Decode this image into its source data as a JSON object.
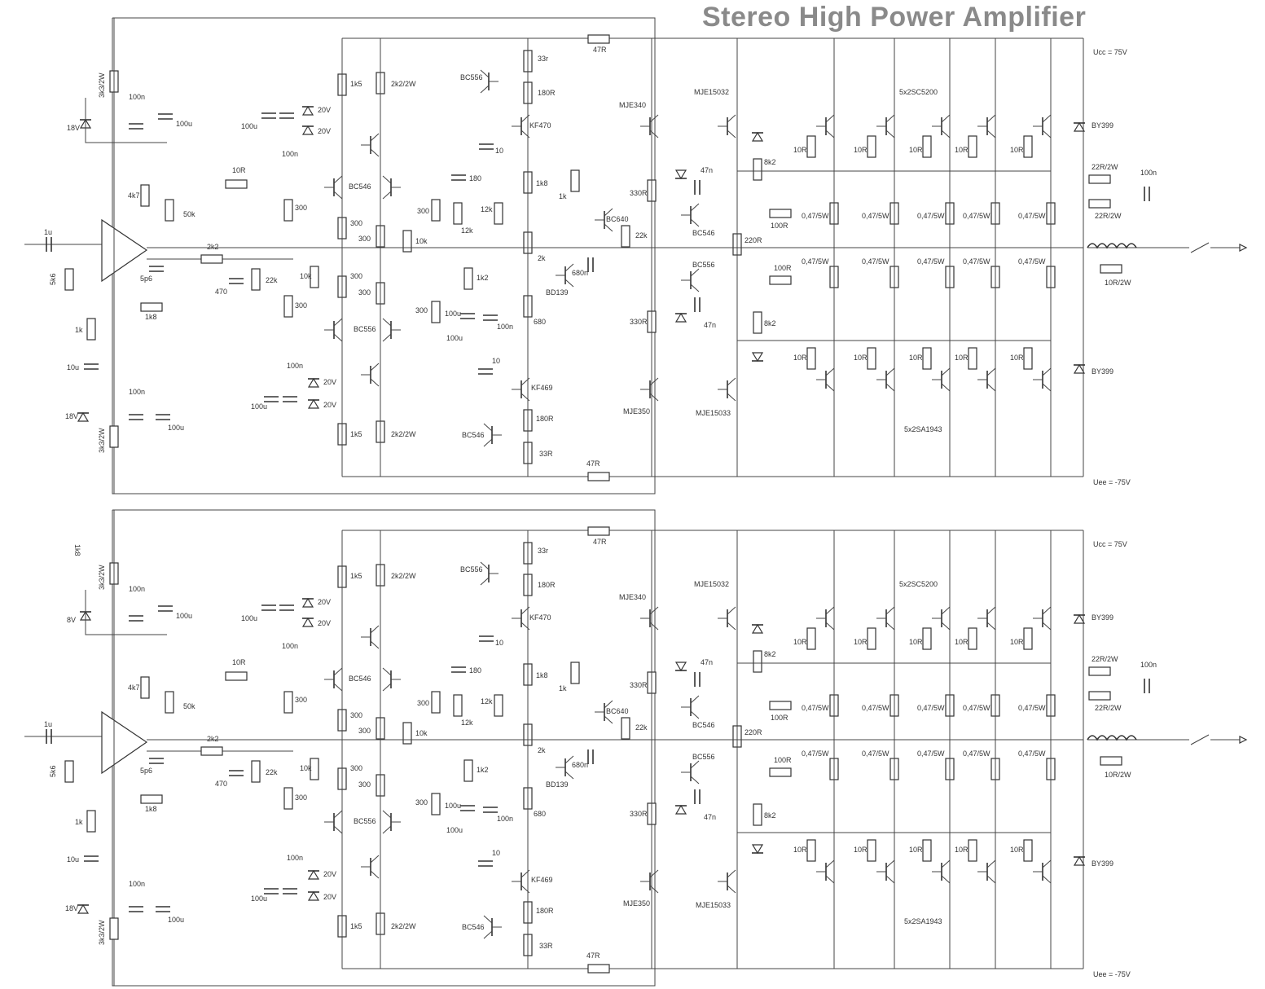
{
  "title": "Stereo High Power Amplifier",
  "channels": [
    {
      "id": "top",
      "labels": {
        "r_3k3_a": "3k3/2W",
        "c_100n_a": "100n",
        "c_100u_a": "100u",
        "z_18v_a": "18V",
        "c_1u": "1u",
        "r_5k6": "5k6",
        "r_4k7": "4k7",
        "pot_50k": "50k",
        "c_5p6": "5p6",
        "r_1k8": "1k8",
        "r_1k": "1k",
        "c_10u": "10u",
        "z_18v_b": "18V",
        "c_100n_b": "100n",
        "c_100u_b": "100u",
        "r_3k3_b": "3k3/2W",
        "r_2k2": "2k2",
        "c_470": "470",
        "r_22k": "22k",
        "r_10r": "10R",
        "c_100u_z1": "100u",
        "c_100n_z1": "100n",
        "z_20v_1": "20V",
        "z_20v_2": "20V",
        "r_300_l1": "300",
        "r_300_l2": "300",
        "r_10k_l": "10k",
        "r_1k5_t": "1k5",
        "r_2k2w_t": "2k2/2W",
        "q_bc546": "BC546",
        "q_bc556": "BC556",
        "r_300_1": "300",
        "r_300_2": "300",
        "r_300_3": "300",
        "r_300_4": "300",
        "r_10k_m": "10k",
        "r_300_r1": "300",
        "r_300_r2": "300",
        "c_100n_z2": "100n",
        "c_100u_z2": "100u",
        "z_20v_3": "20V",
        "z_20v_4": "20V",
        "r_1k5_b": "1k5",
        "r_2k2w_b": "2k2/2W",
        "q_bc556_t": "BC556",
        "r_33r_t": "33r",
        "r_180r_t": "180R",
        "q_kf470": "KF470",
        "c_10_t": "10",
        "c_180": "180",
        "r_1k8_m": "1k8",
        "r_12k_a": "12k",
        "r_12k_b": "12k",
        "pot_2k": "2k",
        "q_bd139": "BD139",
        "c_680n": "680n",
        "r_1k2": "1k2",
        "c_100u_m": "100u",
        "c_100n_m": "100n",
        "c_100u_m2": "100u",
        "r_680": "680",
        "r_1k_m": "1k",
        "q_bc640": "BC640",
        "r_22k_m": "22k",
        "c_10_b": "10",
        "q_kf469": "KF469",
        "r_180r_b": "180R",
        "q_bc546_b": "BC546",
        "r_33r_b": "33R",
        "r_47r_t": "47R",
        "r_47r_b": "47R",
        "q_mje340": "MJE340",
        "q_mje350": "MJE350",
        "r_330r_1": "330R",
        "r_330r_2": "330R",
        "c_47n_1": "47n",
        "c_47n_2": "47n",
        "q_bc546_d": "BC546",
        "q_bc556_d": "BC556",
        "r_220r": "220R",
        "q_mje15032": "MJE15032",
        "q_mje15033": "MJE15033",
        "r_8k2_1": "8k2",
        "r_8k2_2": "8k2",
        "r_100r_1": "100R",
        "r_100r_2": "100R",
        "q_out_top": "5x2SC5200",
        "q_out_bot": "5x2SA1943",
        "r_047": "0,47/5W",
        "d_by399_1": "BY399",
        "d_by399_2": "BY399",
        "r_22r_1": "22R/2W",
        "r_22r_2": "22R/2W",
        "c_100n_z": "100n",
        "r_10r_2w": "10R/2W",
        "ucc": "Ucc = 75V",
        "uee": "Uee = -75V"
      }
    },
    {
      "id": "bottom",
      "labels": {
        "r_3k3_a": "3k3/2W",
        "c_100n_a": "100n",
        "c_100u_a": "100u",
        "z_18v_a": "8V",
        "c_1u": "1u",
        "r_5k6": "5k6",
        "r_4k7": "4k7",
        "pot_50k": "50k",
        "c_5p6": "5p6",
        "r_1k8": "1k8",
        "r_1k": "1k",
        "c_10u": "10u",
        "z_18v_b": "18V",
        "c_100n_b": "100n",
        "c_100u_b": "100u",
        "r_3k3_b": "3k3/2W",
        "r_2k2": "2k2",
        "c_470": "470",
        "r_22k": "22k",
        "r_10r": "10R",
        "c_100u_z1": "100u",
        "c_100n_z1": "100n",
        "z_20v_1": "20V",
        "z_20v_2": "20V",
        "r_300_l1": "300",
        "r_300_l2": "300",
        "r_10k_l": "10k",
        "r_1k5_t": "1k5",
        "r_2k2w_t": "2k2/2W",
        "q_bc546": "BC546",
        "q_bc556": "BC556",
        "r_300_1": "300",
        "r_300_2": "300",
        "r_300_3": "300",
        "r_300_4": "300",
        "r_10k_m": "10k",
        "r_300_r1": "300",
        "r_300_r2": "300",
        "c_100n_z2": "100n",
        "c_100u_z2": "100u",
        "z_20v_3": "20V",
        "z_20v_4": "20V",
        "r_1k5_b": "1k5",
        "r_2k2w_b": "2k2/2W",
        "q_bc556_t": "BC556",
        "r_33r_t": "33r",
        "r_180r_t": "180R",
        "q_kf470": "KF470",
        "c_10_t": "10",
        "c_180": "180",
        "r_1k8_m": "1k8",
        "r_12k_a": "12k",
        "r_12k_b": "12k",
        "pot_2k": "2k",
        "q_bd139": "BD139",
        "c_680n": "680n",
        "r_1k2": "1k2",
        "c_100u_m": "100u",
        "c_100n_m": "100n",
        "c_100u_m2": "100u",
        "r_680": "680",
        "r_1k_m": "1k",
        "q_bc640": "BC640",
        "r_22k_m": "22k",
        "c_10_b": "10",
        "q_kf469": "KF469",
        "r_180r_b": "180R",
        "q_bc546_b": "BC546",
        "r_33r_b": "33R",
        "r_47r_t": "47R",
        "r_47r_b": "47R",
        "q_mje340": "MJE340",
        "q_mje350": "MJE350",
        "r_330r_1": "330R",
        "r_330r_2": "330R",
        "c_47n_1": "47n",
        "c_47n_2": "47n",
        "q_bc546_d": "BC546",
        "q_bc556_d": "BC556",
        "r_220r": "220R",
        "q_mje15032": "MJE15032",
        "q_mje15033": "MJE15033",
        "r_8k2_1": "8k2",
        "r_8k2_2": "8k2",
        "r_100r_1": "100R",
        "r_100r_2": "100R",
        "q_out_top": "5x2SC5200",
        "q_out_bot": "5x2SA1943",
        "r_047": "0,47/5W",
        "d_by399_1": "BY399",
        "d_by399_2": "BY399",
        "r_22r_1": "22R/2W",
        "r_22r_2": "22R/2W",
        "c_100n_z": "100n",
        "r_10r_2w": "10R/2W",
        "ucc": "Ucc = 75V",
        "uee": "Uee = -75V"
      }
    }
  ],
  "stray_label": "1k8"
}
